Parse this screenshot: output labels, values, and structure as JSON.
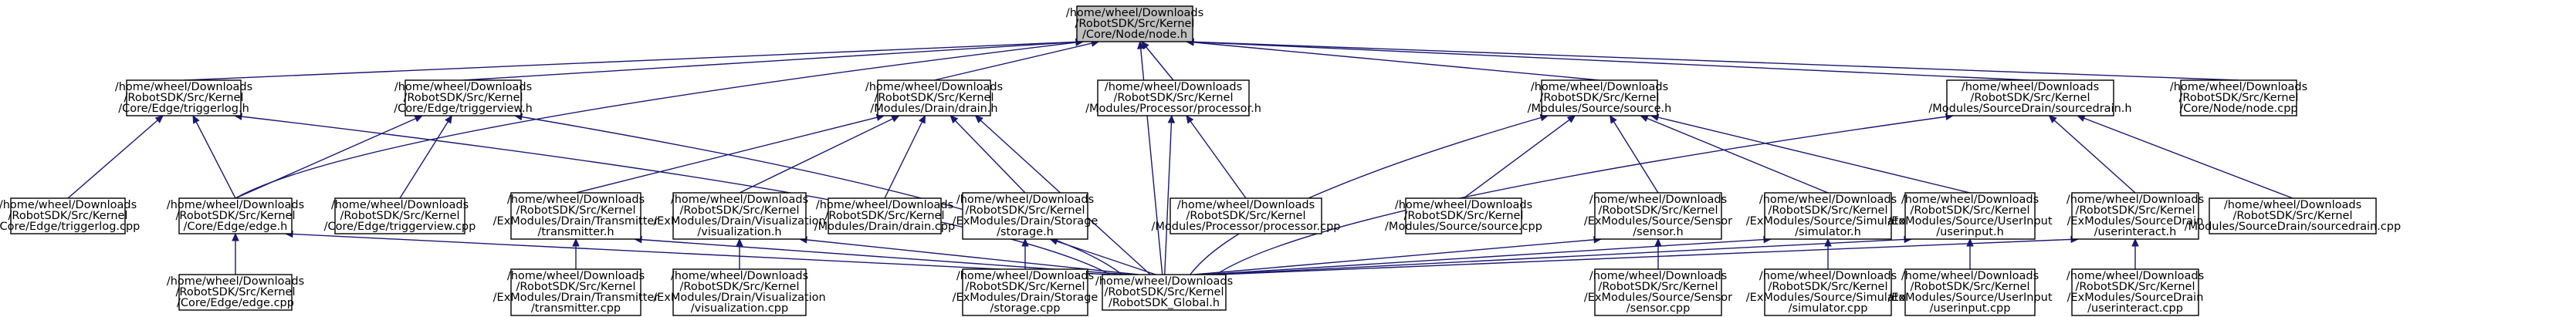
{
  "nodes": [
    {
      "id": "root",
      "root": true,
      "lines": [
        "/home/wheel/Downloads",
        "/RobotSDK/Src/Kernel",
        "/Core/Node/node.h"
      ]
    },
    {
      "id": "triggerlog_h",
      "lines": [
        "/home/wheel/Downloads",
        "/RobotSDK/Src/Kernel",
        "/Core/Edge/triggerlog.h"
      ]
    },
    {
      "id": "triggerview_h",
      "lines": [
        "/home/wheel/Downloads",
        "/RobotSDK/Src/Kernel",
        "/Core/Edge/triggerview.h"
      ]
    },
    {
      "id": "drain_h",
      "lines": [
        "/home/wheel/Downloads",
        "/RobotSDK/Src/Kernel",
        "/Modules/Drain/drain.h"
      ]
    },
    {
      "id": "processor_h",
      "lines": [
        "/home/wheel/Downloads",
        "/RobotSDK/Src/Kernel",
        "/Modules/Processor/processor.h"
      ]
    },
    {
      "id": "source_h",
      "lines": [
        "/home/wheel/Downloads",
        "/RobotSDK/Src/Kernel",
        "/Modules/Source/source.h"
      ]
    },
    {
      "id": "sourcedrain_h",
      "lines": [
        "/home/wheel/Downloads",
        "/RobotSDK/Src/Kernel",
        "/Modules/SourceDrain/sourcedrain.h"
      ]
    },
    {
      "id": "node_cpp",
      "lines": [
        "/home/wheel/Downloads",
        "/RobotSDK/Src/Kernel",
        "/Core/Node/node.cpp"
      ]
    },
    {
      "id": "triggerlog_cpp",
      "lines": [
        "/home/wheel/Downloads",
        "/RobotSDK/Src/Kernel",
        "/Core/Edge/triggerlog.cpp"
      ]
    },
    {
      "id": "edge_h",
      "lines": [
        "/home/wheel/Downloads",
        "/RobotSDK/Src/Kernel",
        "/Core/Edge/edge.h"
      ]
    },
    {
      "id": "triggerview_cpp",
      "lines": [
        "/home/wheel/Downloads",
        "/RobotSDK/Src/Kernel",
        "/Core/Edge/triggerview.cpp"
      ]
    },
    {
      "id": "transmitter_h",
      "lines": [
        "/home/wheel/Downloads",
        "/RobotSDK/Src/Kernel",
        "/ExModules/Drain/Transmitter",
        "/transmitter.h"
      ]
    },
    {
      "id": "visualization_h",
      "lines": [
        "/home/wheel/Downloads",
        "/RobotSDK/Src/Kernel",
        "/ExModules/Drain/Visualization",
        "/visualization.h"
      ]
    },
    {
      "id": "drain_cpp",
      "lines": [
        "/home/wheel/Downloads",
        "/RobotSDK/Src/Kernel",
        "/Modules/Drain/drain.cpp"
      ]
    },
    {
      "id": "storage_h",
      "lines": [
        "/home/wheel/Downloads",
        "/RobotSDK/Src/Kernel",
        "/ExModules/Drain/Storage",
        "/storage.h"
      ]
    },
    {
      "id": "processor_cpp",
      "lines": [
        "/home/wheel/Downloads",
        "/RobotSDK/Src/Kernel",
        "/Modules/Processor/processor.cpp"
      ]
    },
    {
      "id": "source_cpp",
      "lines": [
        "/home/wheel/Downloads",
        "/RobotSDK/Src/Kernel",
        "/Modules/Source/source.cpp"
      ]
    },
    {
      "id": "sensor_h",
      "lines": [
        "/home/wheel/Downloads",
        "/RobotSDK/Src/Kernel",
        "/ExModules/Source/Sensor",
        "/sensor.h"
      ]
    },
    {
      "id": "simulator_h",
      "lines": [
        "/home/wheel/Downloads",
        "/RobotSDK/Src/Kernel",
        "/ExModules/Source/Simulator",
        "/simulator.h"
      ]
    },
    {
      "id": "userinput_h",
      "lines": [
        "/home/wheel/Downloads",
        "/RobotSDK/Src/Kernel",
        "/ExModules/Source/UserInput",
        "/userinput.h"
      ]
    },
    {
      "id": "userinteract_h",
      "lines": [
        "/home/wheel/Downloads",
        "/RobotSDK/Src/Kernel",
        "/ExModules/SourceDrain",
        "/userinteract.h"
      ]
    },
    {
      "id": "sourcedrain_cpp",
      "lines": [
        "/home/wheel/Downloads",
        "/RobotSDK/Src/Kernel",
        "/Modules/SourceDrain/sourcedrain.cpp"
      ]
    },
    {
      "id": "edge_cpp",
      "lines": [
        "/home/wheel/Downloads",
        "/RobotSDK/Src/Kernel",
        "/Core/Edge/edge.cpp"
      ]
    },
    {
      "id": "transmitter_cpp",
      "lines": [
        "/home/wheel/Downloads",
        "/RobotSDK/Src/Kernel",
        "/ExModules/Drain/Transmitter",
        "/transmitter.cpp"
      ]
    },
    {
      "id": "visualization_cpp",
      "lines": [
        "/home/wheel/Downloads",
        "/RobotSDK/Src/Kernel",
        "/ExModules/Drain/Visualization",
        "/visualization.cpp"
      ]
    },
    {
      "id": "storage_cpp",
      "lines": [
        "/home/wheel/Downloads",
        "/RobotSDK/Src/Kernel",
        "/ExModules/Drain/Storage",
        "/storage.cpp"
      ]
    },
    {
      "id": "robotsdk_global_h",
      "lines": [
        "/home/wheel/Downloads",
        "/RobotSDK/Src/Kernel",
        "/RobotSDK_Global.h"
      ]
    },
    {
      "id": "sensor_cpp",
      "lines": [
        "/home/wheel/Downloads",
        "/RobotSDK/Src/Kernel",
        "/ExModules/Source/Sensor",
        "/sensor.cpp"
      ]
    },
    {
      "id": "simulator_cpp",
      "lines": [
        "/home/wheel/Downloads",
        "/RobotSDK/Src/Kernel",
        "/ExModules/Source/Simulator",
        "/simulator.cpp"
      ]
    },
    {
      "id": "userinput_cpp",
      "lines": [
        "/home/wheel/Downloads",
        "/RobotSDK/Src/Kernel",
        "/ExModules/Source/UserInput",
        "/userinput.cpp"
      ]
    },
    {
      "id": "userinteract_cpp",
      "lines": [
        "/home/wheel/Downloads",
        "/RobotSDK/Src/Kernel",
        "/ExModules/SourceDrain",
        "/userinteract.cpp"
      ]
    }
  ],
  "edges": [
    {
      "from": "root",
      "to": "triggerlog_h"
    },
    {
      "from": "root",
      "to": "triggerview_h"
    },
    {
      "from": "root",
      "to": "edge_h"
    },
    {
      "from": "root",
      "to": "drain_h"
    },
    {
      "from": "root",
      "to": "processor_h"
    },
    {
      "from": "root",
      "to": "robotsdk_global_h"
    },
    {
      "from": "root",
      "to": "source_h"
    },
    {
      "from": "root",
      "to": "sourcedrain_h"
    },
    {
      "from": "root",
      "to": "node_cpp"
    },
    {
      "from": "triggerlog_h",
      "to": "triggerlog_cpp"
    },
    {
      "from": "triggerlog_h",
      "to": "edge_h"
    },
    {
      "from": "triggerlog_h",
      "to": "robotsdk_global_h"
    },
    {
      "from": "triggerview_h",
      "to": "edge_h"
    },
    {
      "from": "triggerview_h",
      "to": "triggerview_cpp"
    },
    {
      "from": "triggerview_h",
      "to": "robotsdk_global_h"
    },
    {
      "from": "edge_h",
      "to": "edge_cpp"
    },
    {
      "from": "edge_h",
      "to": "robotsdk_global_h"
    },
    {
      "from": "drain_h",
      "to": "transmitter_h"
    },
    {
      "from": "drain_h",
      "to": "visualization_h"
    },
    {
      "from": "drain_h",
      "to": "drain_cpp"
    },
    {
      "from": "drain_h",
      "to": "storage_h"
    },
    {
      "from": "drain_h",
      "to": "robotsdk_global_h"
    },
    {
      "from": "transmitter_h",
      "to": "transmitter_cpp"
    },
    {
      "from": "transmitter_h",
      "to": "robotsdk_global_h"
    },
    {
      "from": "visualization_h",
      "to": "visualization_cpp"
    },
    {
      "from": "visualization_h",
      "to": "robotsdk_global_h"
    },
    {
      "from": "storage_h",
      "to": "storage_cpp"
    },
    {
      "from": "storage_h",
      "to": "robotsdk_global_h"
    },
    {
      "from": "processor_h",
      "to": "processor_cpp"
    },
    {
      "from": "processor_h",
      "to": "robotsdk_global_h"
    },
    {
      "from": "source_h",
      "to": "source_cpp"
    },
    {
      "from": "source_h",
      "to": "sensor_h"
    },
    {
      "from": "source_h",
      "to": "simulator_h"
    },
    {
      "from": "source_h",
      "to": "userinput_h"
    },
    {
      "from": "source_h",
      "to": "robotsdk_global_h"
    },
    {
      "from": "sensor_h",
      "to": "sensor_cpp"
    },
    {
      "from": "sensor_h",
      "to": "robotsdk_global_h"
    },
    {
      "from": "simulator_h",
      "to": "simulator_cpp"
    },
    {
      "from": "simulator_h",
      "to": "robotsdk_global_h"
    },
    {
      "from": "userinput_h",
      "to": "userinput_cpp"
    },
    {
      "from": "userinput_h",
      "to": "robotsdk_global_h"
    },
    {
      "from": "sourcedrain_h",
      "to": "userinteract_h"
    },
    {
      "from": "sourcedrain_h",
      "to": "sourcedrain_cpp"
    },
    {
      "from": "sourcedrain_h",
      "to": "robotsdk_global_h"
    },
    {
      "from": "userinteract_h",
      "to": "userinteract_cpp"
    },
    {
      "from": "userinteract_h",
      "to": "robotsdk_global_h"
    }
  ]
}
